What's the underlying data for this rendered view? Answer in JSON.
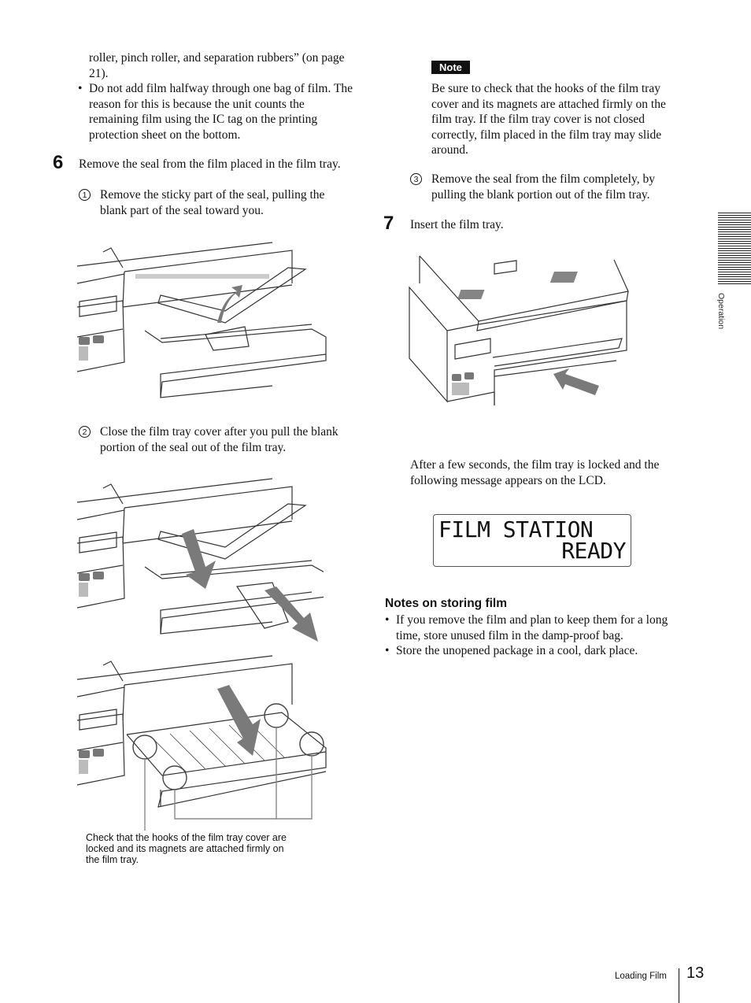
{
  "left_column": {
    "continued_text": "roller, pinch roller, and separation rubbers” (on page 21).",
    "bullet_marker": "•",
    "bullet_text": "Do not add film halfway through one bag of film. The reason for this is because the unit counts the remaining film using the IC tag on the printing protection sheet on the bottom.",
    "step6": {
      "number": "6",
      "text": "Remove the seal from the film placed in the film tray.",
      "substep1_marker": "1",
      "substep1_text": "Remove the sticky part of the seal, pulling the blank part of the seal toward you.",
      "substep2_marker": "2",
      "substep2_text": "Close the film tray cover after you pull the blank portion of the seal out of the film tray."
    },
    "figure_caption": "Check that the hooks of the film tray cover are locked and its magnets are attached firmly on the film tray."
  },
  "right_column": {
    "note_label": "Note",
    "note_text": "Be sure to check that the hooks of the film tray cover and its magnets are attached firmly on the film tray. If the film tray cover is not closed correctly, film placed in the film tray may slide around.",
    "substep3_marker": "3",
    "substep3_text": "Remove the seal from the film completely, by pulling the blank portion out of the film tray.",
    "step7": {
      "number": "7",
      "text": "Insert the film tray."
    },
    "after_text": "After a few seconds, the film tray is locked and the following message appears on the LCD.",
    "lcd_line1": "FILM STATION",
    "lcd_line2": "READY",
    "storing_heading": "Notes on storing film",
    "storing_bullets": [
      "If you remove the film and plan to keep them for a long time, store unused film in the damp-proof bag.",
      "Store the unopened package in a cool, dark place."
    ]
  },
  "side_tab_label": "Operation",
  "footer": {
    "section_label": "Loading Film",
    "page_number": "13"
  }
}
